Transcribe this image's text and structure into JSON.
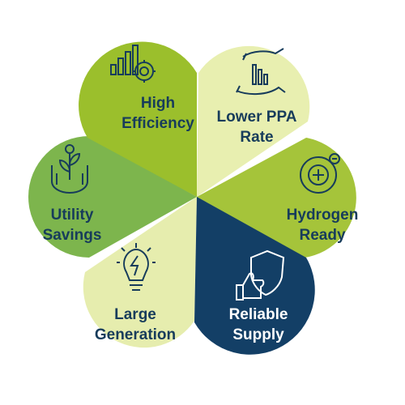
{
  "petals": [
    {
      "id": "high-efficiency",
      "line1": "High",
      "line2": "Efficiency",
      "color": "#9bbf2c",
      "text_color": "#173c5b",
      "icon": "bar-chart-gear-icon"
    },
    {
      "id": "lower-ppa-rate",
      "line1": "Lower PPA",
      "line2": "Rate",
      "color": "#e8efb0",
      "text_color": "#173c5b",
      "icon": "hands-bar-chart-icon"
    },
    {
      "id": "hydrogen-ready",
      "line1": "Hydrogen",
      "line2": "Ready",
      "color": "#a5c43a",
      "text_color": "#173c5b",
      "icon": "hydrogen-atom-icon"
    },
    {
      "id": "reliable-supply",
      "line1": "Reliable",
      "line2": "Supply",
      "color": "#133f66",
      "text_color": "#ffffff",
      "icon": "shield-thumbs-up-icon"
    },
    {
      "id": "large-generation",
      "line1": "Large",
      "line2": "Generation",
      "color": "#e6edae",
      "text_color": "#173c5b",
      "icon": "lightbulb-bolt-icon"
    },
    {
      "id": "utility-savings",
      "line1": "Utility",
      "line2": "Savings",
      "color": "#7db54d",
      "text_color": "#173c5b",
      "icon": "hands-dollar-plant-icon"
    }
  ]
}
